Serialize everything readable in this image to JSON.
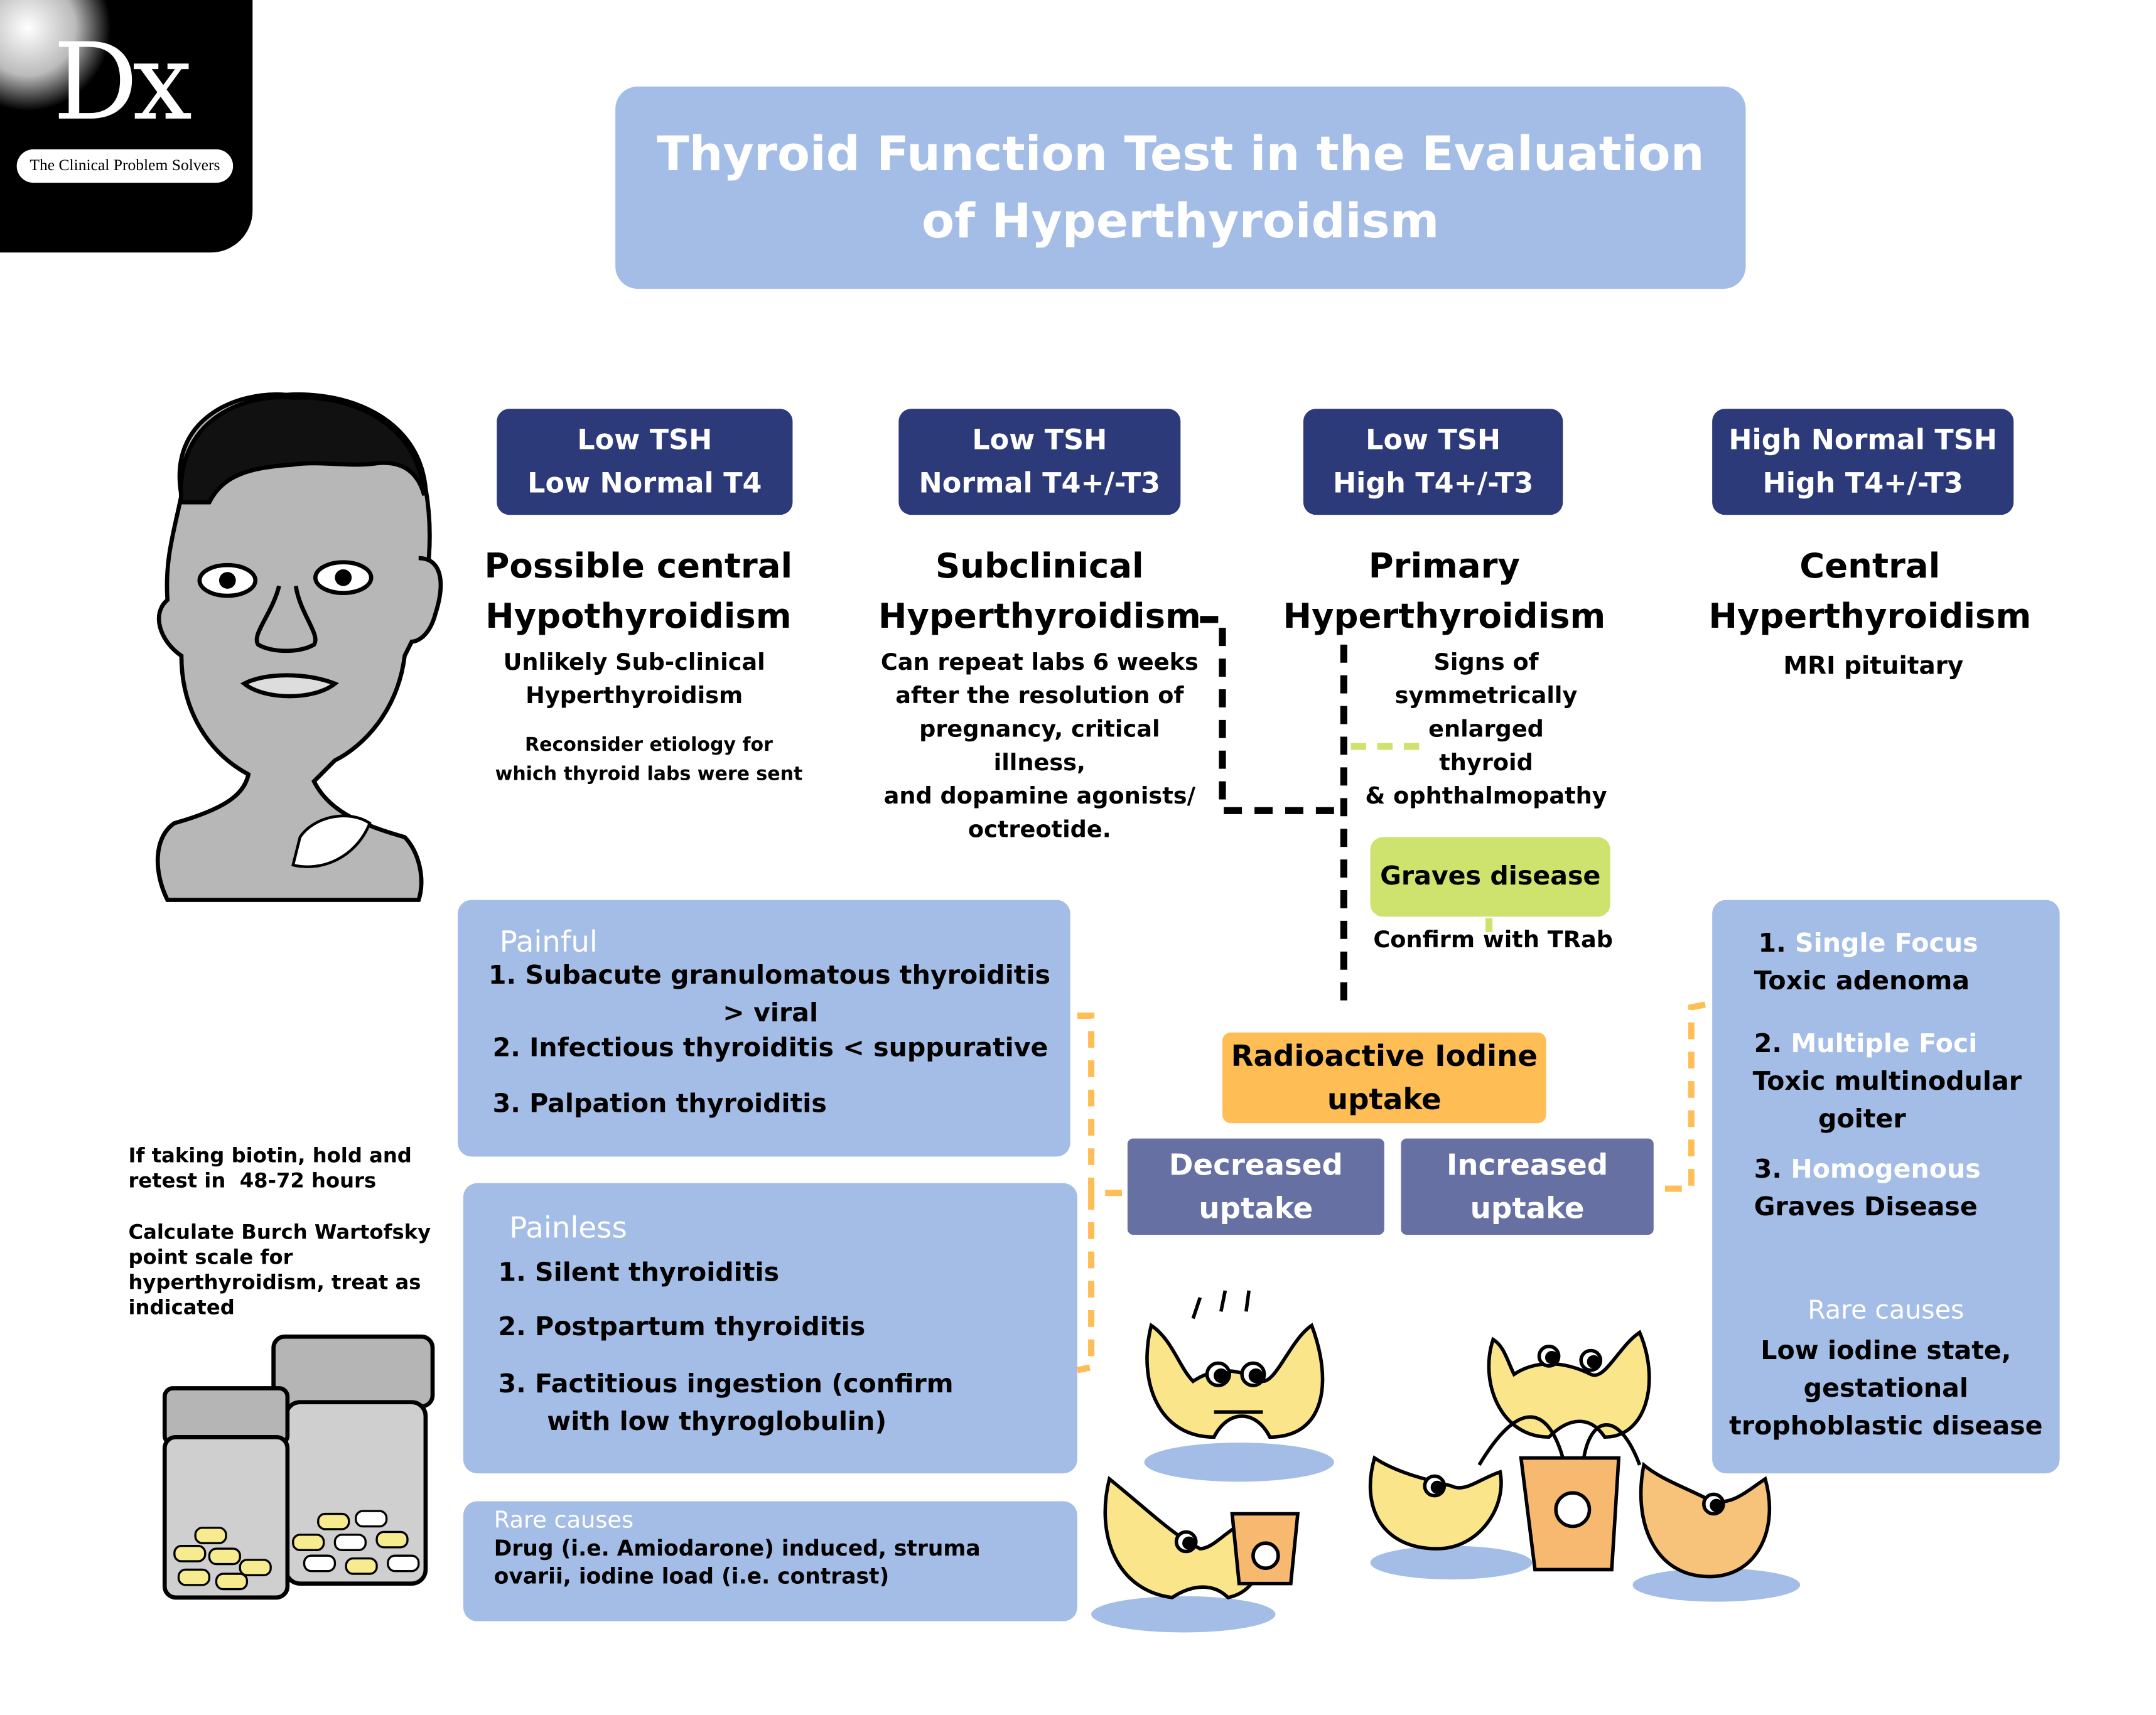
{
  "logo": {
    "mark": "Dx",
    "tagline": "The Clinical Problem Solvers"
  },
  "title": {
    "line1": "Thyroid Function Test in the Evaluation",
    "line2": "of Hyperthyroidism"
  },
  "columns": [
    {
      "lab1": "Low TSH",
      "lab2": "Low Normal T4",
      "heading1": "Possible central",
      "heading2": "Hypothyroidism",
      "note": [
        "Unlikely Sub-clinical",
        "Hyperthyroidism"
      ],
      "subnote": [
        "Reconsider etiology for",
        "which thyroid labs were sent"
      ]
    },
    {
      "lab1": "Low TSH",
      "lab2": "Normal T4+/-T3",
      "heading1": "Subclinical",
      "heading2": "Hyperthyroidism",
      "note": [
        "Can repeat labs 6 weeks",
        "after the resolution of",
        "pregnancy, critical illness,",
        "and dopamine agonists/",
        "octreotide."
      ]
    },
    {
      "lab1": "Low TSH",
      "lab2": "High T4+/-T3",
      "heading1": "Primary",
      "heading2": "Hyperthyroidism",
      "note": [
        "Signs of",
        "symmetrically",
        "enlarged",
        "thyroid",
        "& ophthalmopathy"
      ]
    },
    {
      "lab1": "High Normal TSH",
      "lab2": "High T4+/-T3",
      "heading1": "Central",
      "heading2": "Hyperthyroidism",
      "note": [
        "MRI pituitary"
      ]
    }
  ],
  "graves": {
    "label": "Graves disease",
    "confirm": "Confirm with TRab"
  },
  "rai": {
    "line1": "Radioactive Iodine",
    "line2": "uptake"
  },
  "decreased": {
    "line1": "Decreased",
    "line2": "uptake"
  },
  "increased": {
    "line1": "Increased",
    "line2": "uptake"
  },
  "painful": {
    "heading": "Painful",
    "items": [
      "1. Subacute granulomatous thyroiditis",
      "> viral",
      "2. Infectious thyroiditis < suppurative",
      "3. Palpation thyroiditis"
    ]
  },
  "painless": {
    "heading": "Painless",
    "items": [
      "1. Silent thyroiditis",
      "2. Postpartum thyroiditis",
      "3. Factitious ingestion (confirm",
      "with low thyroglobulin)"
    ]
  },
  "rare_left": {
    "heading": "Rare causes",
    "lines": [
      "Drug (i.e. Amiodarone) induced, struma",
      "ovarii, iodine load (i.e. contrast)"
    ]
  },
  "right_panel": {
    "items": [
      {
        "num": "1.",
        "hl": "Single Focus",
        "text": [
          "Toxic adenoma"
        ]
      },
      {
        "num": "2.",
        "hl": "Multiple Foci",
        "text": [
          "Toxic multinodular",
          "goiter"
        ]
      },
      {
        "num": "3.",
        "hl": "Homogenous",
        "text": [
          "Graves Disease"
        ]
      }
    ],
    "rare_heading": "Rare causes",
    "rare_lines": [
      "Low iodine state,",
      "gestational",
      "trophoblastic disease"
    ]
  },
  "side_notes": {
    "biotin": [
      "If taking biotin, hold and",
      "retest in  48-72 hours"
    ],
    "burch": [
      "Calculate Burch Wartofsky",
      "point scale for",
      "hyperthyroidism, treat as",
      "indicated"
    ]
  },
  "colors": {
    "title_bg": "#a4bde6",
    "navy": "#2d3a7a",
    "slate": "#6770a2",
    "orange": "#ffbe55",
    "lime": "#cde36e",
    "thyroid": "#fae58a"
  }
}
